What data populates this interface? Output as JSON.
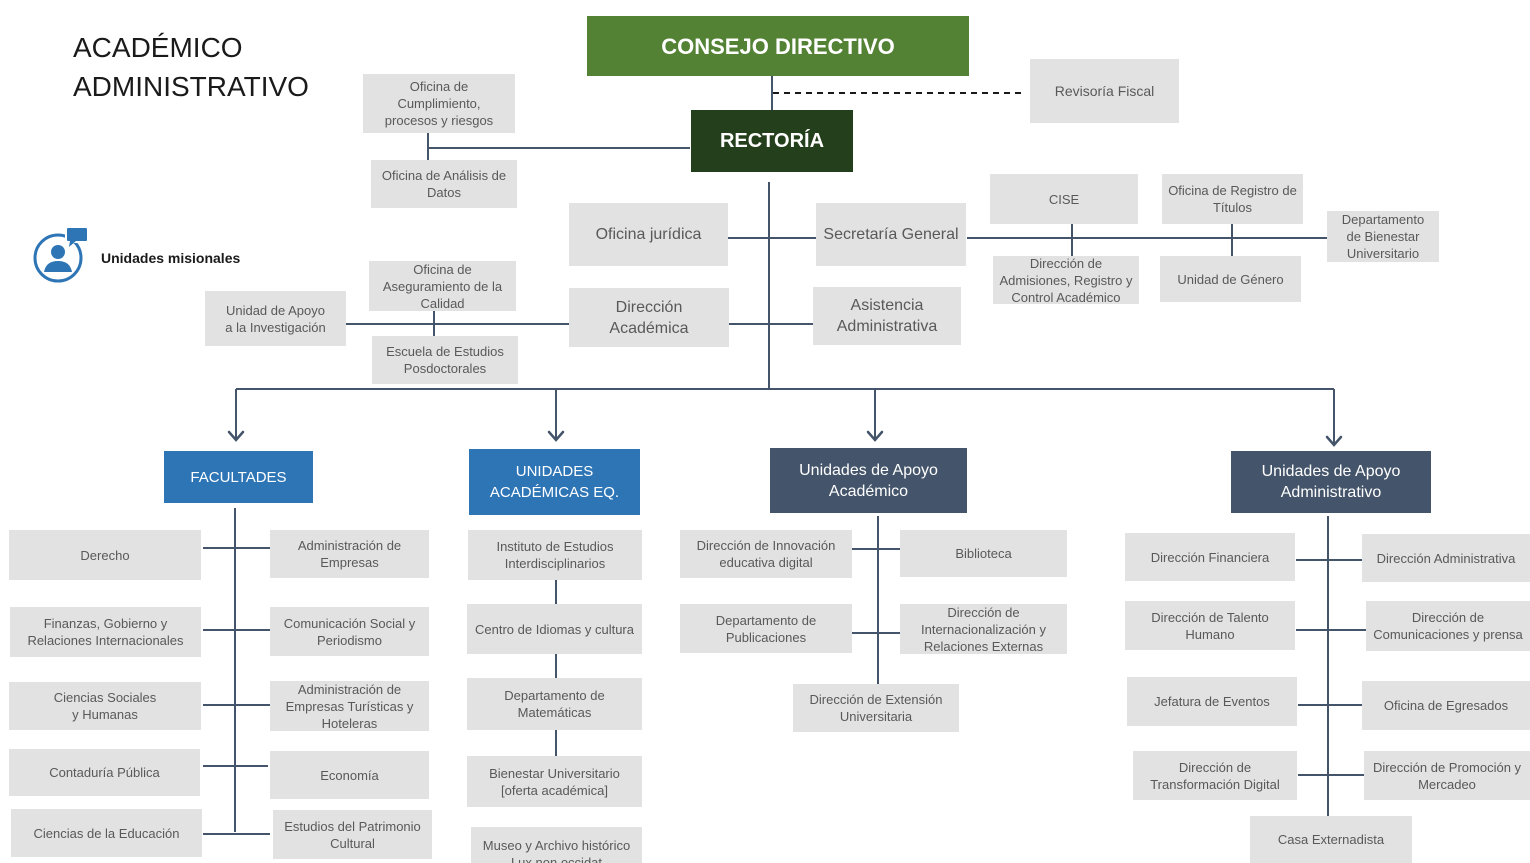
{
  "header": {
    "title": "ACADÉMICO\nADMINISTRATIVO"
  },
  "legend": {
    "label": "Unidades misionales",
    "icon": "person-chat-icon",
    "icon_color": "#2e75b6"
  },
  "colors": {
    "consejo": "#548235",
    "rectoria": "#243f1b",
    "facultades": "#2e75b6",
    "apoyo": "#44546a",
    "unit_box": "#e2e2e2",
    "line": "#44546a"
  },
  "top": {
    "consejo": "CONSEJO DIRECTIVO",
    "rectoria": "RECTORÍA",
    "revisoria": "Revisoría Fiscal",
    "oficina_cumplimiento": "Oficina de\nCumplimiento,\nprocesos y riesgos",
    "oficina_datos": "Oficina de Análisis de\nDatos",
    "oficina_juridica": "Oficina jurídica",
    "secretaria": "Secretaría General",
    "direccion_academica": "Dirección\nAcadémica",
    "asistencia": "Asistencia\nAdministrativa",
    "oficina_aseguramiento": "Oficina de\nAseguramiento de la\nCalidad",
    "unidad_apoyo_inv": "Unidad de Apoyo\na la Investigación",
    "escuela_posdoc": "Escuela de Estudios\nPosdoctorales",
    "cise": "CISE",
    "admisiones": "Dirección de\nAdmisiones, Registro y\nControl Académico",
    "registro_titulos": "Oficina de Registro de\nTítulos",
    "unidad_genero": "Unidad de Género",
    "bienestar": "Departamento\nde Bienestar\nUniversitario"
  },
  "facultades": {
    "header": "FACULTADES",
    "left": [
      "Derecho",
      "Finanzas, Gobierno y\nRelaciones Internacionales",
      "Ciencias Sociales\ny Humanas",
      "Contaduría Pública",
      "Ciencias de la Educación"
    ],
    "right": [
      "Administración de\nEmpresas",
      "Comunicación Social y\nPeriodismo",
      "Administración de\nEmpresas Turísticas y\nHoteleras",
      "Economía",
      "Estudios del Patrimonio\nCultural"
    ]
  },
  "unidades_academicas": {
    "header": "UNIDADES\nACADÉMICAS EQ.",
    "items": [
      "Instituto de Estudios\nInterdisciplinarios",
      "Centro de Idiomas y cultura",
      "Departamento de\nMatemáticas",
      "Bienestar Universitario\n[oferta académica]",
      "Museo y Archivo histórico\nLux non occidat"
    ]
  },
  "apoyo_academico": {
    "header": "Unidades de Apoyo\nAcadémico",
    "left": [
      "Dirección de Innovación\neducativa digital",
      "Departamento de\nPublicaciones"
    ],
    "right": [
      "Biblioteca",
      "Dirección de\nInternacionalización y\nRelaciones Externas"
    ],
    "bottom": "Dirección de Extensión\nUniversitaria"
  },
  "apoyo_administrativo": {
    "header": "Unidades de Apoyo\nAdministrativo",
    "left": [
      "Dirección Financiera",
      "Dirección de Talento\nHumano",
      "Jefatura de Eventos",
      "Dirección de\nTransformación Digital"
    ],
    "right": [
      "Dirección Administrativa",
      "Dirección de\nComunicaciones y prensa",
      "Oficina de Egresados",
      "Dirección de Promoción y\nMercadeo"
    ],
    "bottom": "Casa Externadista"
  }
}
